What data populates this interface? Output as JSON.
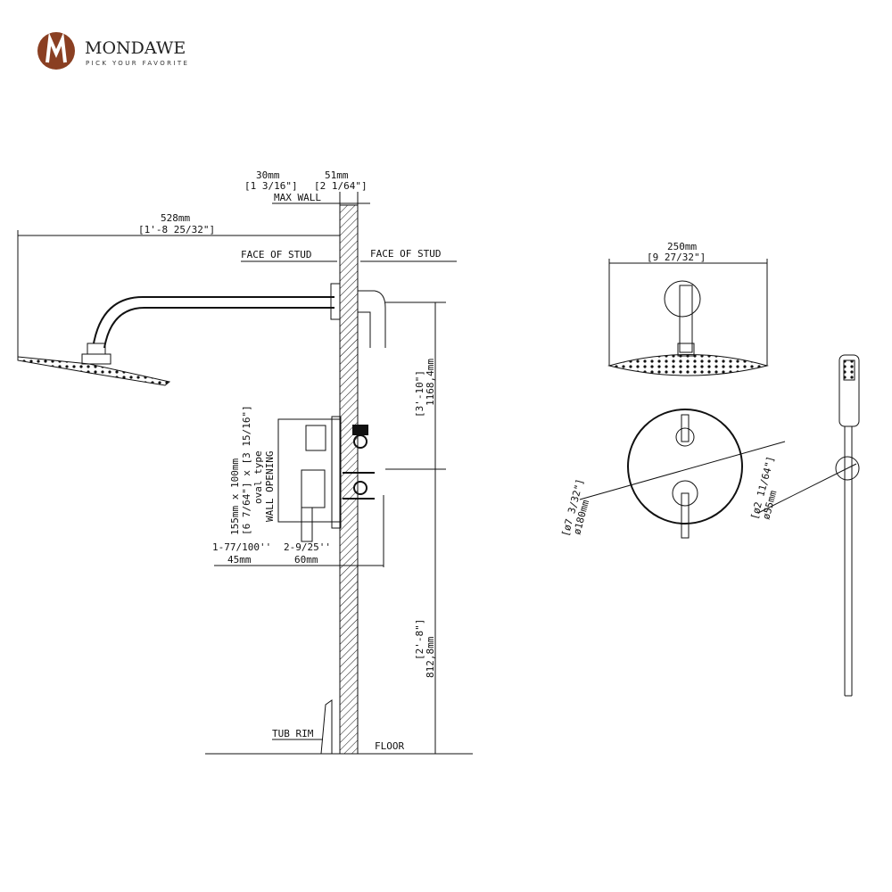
{
  "brand": {
    "name": "MONDAWE",
    "tagline": "PICK YOUR FAVORITE",
    "color": "#8a3f22"
  },
  "side_view": {
    "wall_min": "30mm",
    "wall_min_in": "[1 3/16\"]",
    "wall_max": "51mm",
    "wall_max_in": "[2 1/64\"]",
    "max_wall": "MAX WALL",
    "arm_length": "528mm",
    "arm_length_in": "[1'-8 25/32\"]",
    "face_of_stud_left": "FACE OF STUD",
    "face_of_stud_right": "FACE OF STUD",
    "head_height": "1168,4mm",
    "head_height_in": "[3'-10\"]",
    "opening_mm": "155mm x 100mm",
    "opening_in": "[6 7/64\"] x [3 15/16\"]",
    "opening_type": "oval type",
    "opening_label": "WALL OPENING",
    "depth_in_1": "1-77/100''",
    "depth_in_2": "2-9/25''",
    "depth_mm_1": "45mm",
    "depth_mm_2": "60mm",
    "valve_height": "812,8mm",
    "valve_height_in": "[2'-8\"]",
    "tub_rim": "TUB RIM",
    "floor": "FLOOR"
  },
  "front_view": {
    "head_diameter": "250mm",
    "head_diameter_in": "[9 27/32\"]",
    "plate_diameter": "ø180mm",
    "plate_diameter_in": "[ø7 3/32\"]"
  },
  "hand_shower": {
    "diameter": "ø55mm",
    "diameter_in": "[ø2 11/64\"]"
  }
}
